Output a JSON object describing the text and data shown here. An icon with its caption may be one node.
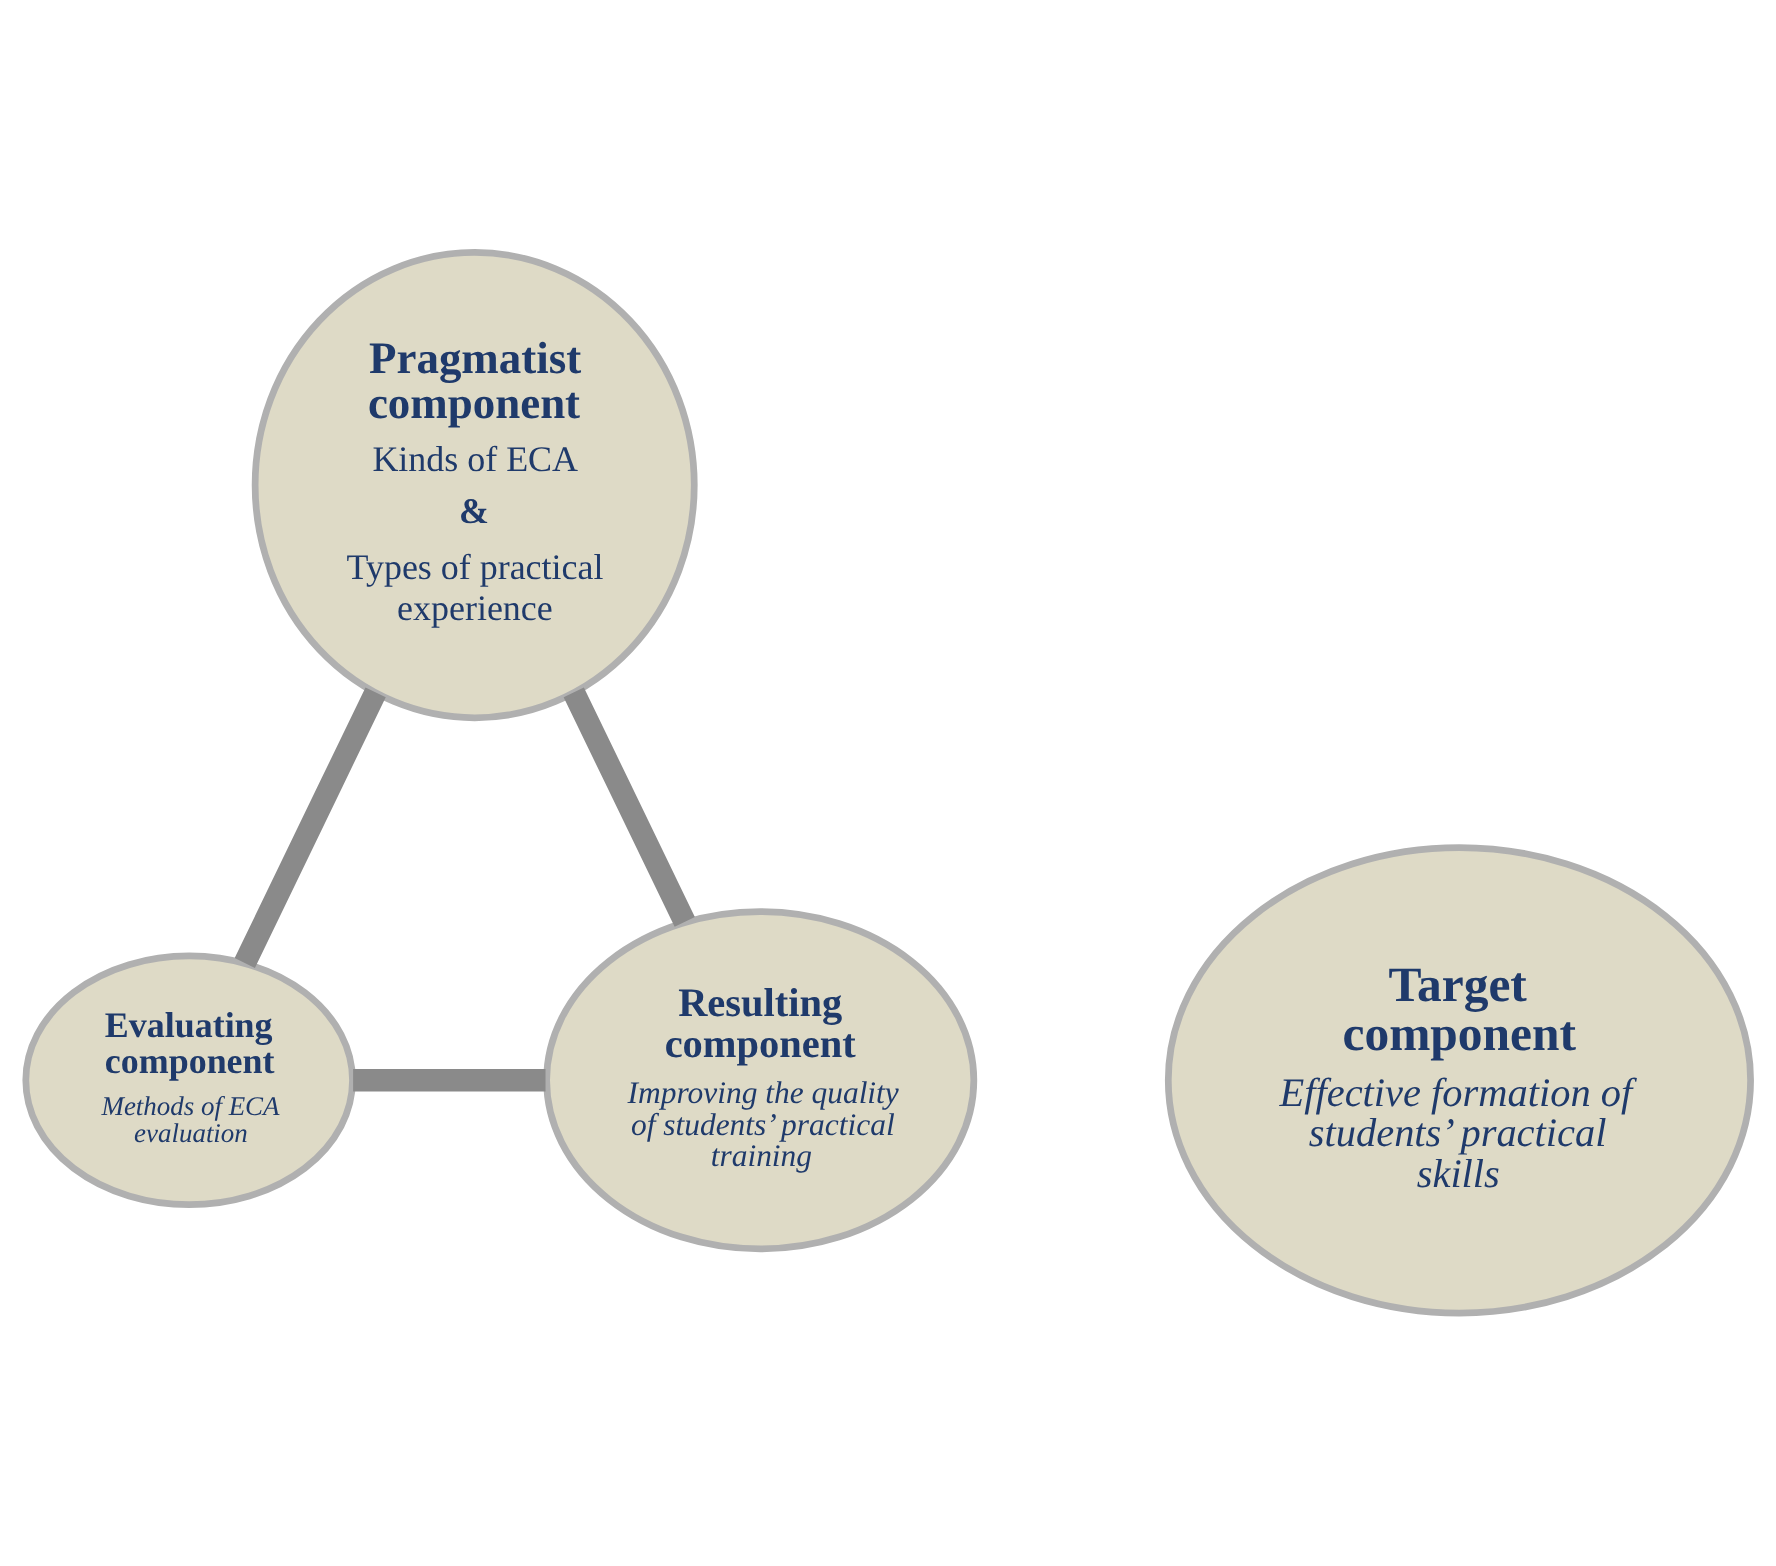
{
  "diagram": {
    "nodes": [
      {
        "text": [
          "Pragmatist component",
          "Kinds of ECA",
          "&",
          "Types of practical experience"
        ]
      },
      {
        "text": [
          "Target component",
          "Effective formation of students’ practical skills"
        ]
      },
      {
        "text": [
          "Evaluating component",
          "Methods of ECA evaluation"
        ]
      },
      {
        "text": [
          "Resulting component",
          "Improving the quality of students’ practical training"
        ]
      }
    ],
    "edges": [
      {
        "from": 0,
        "to": 2,
        "arrow": "none"
      },
      {
        "from": 2,
        "to": 3,
        "arrow": "none"
      },
      {
        "from": 3,
        "to": 0,
        "arrow": "none"
      }
    ]
  }
}
